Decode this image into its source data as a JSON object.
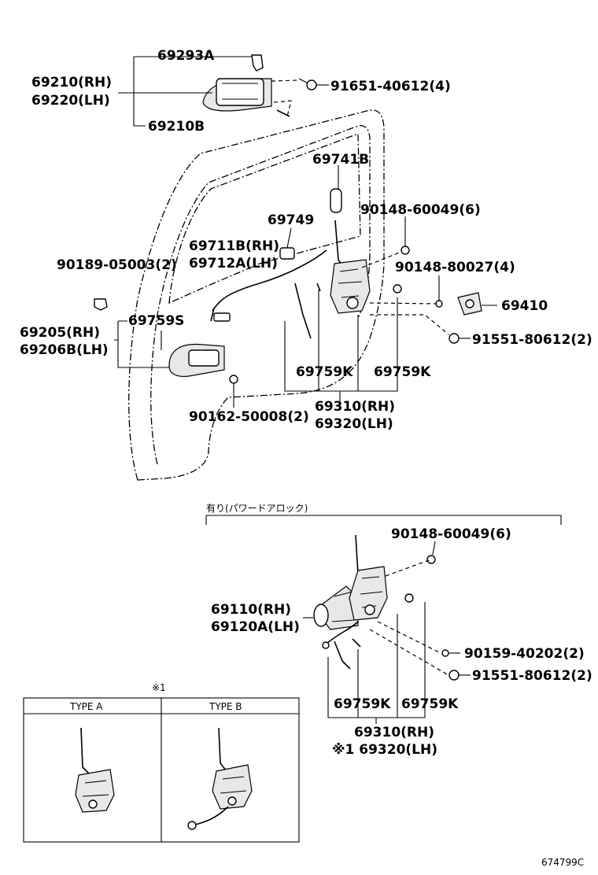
{
  "upper": {
    "labels": {
      "p69293A": "69293A",
      "p69210RH": "69210(RH)",
      "p69220LH": "69220(LH)",
      "p69210B": "69210B",
      "p91651": "91651-40612(4)",
      "p69741B": "69741B",
      "p69749": "69749",
      "p90148_60049": "90148-60049(6)",
      "p69711B": "69711B(RH)",
      "p69712A": "69712A(LH)",
      "p90189": "90189-05003(2)",
      "p90148_80027": "90148-80027(4)",
      "p69410": "69410",
      "p69205RH": "69205(RH)",
      "p69206B": "69206B(LH)",
      "p69759S": "69759S",
      "p91551": "91551-80612(2)",
      "p69759K_a": "69759K",
      "p69759K_b": "69759K",
      "p69310": "69310(RH)",
      "p69320": "69320(LH)",
      "p90162": "90162-50008(2)"
    }
  },
  "lower": {
    "header": "有り(パワードアロック)",
    "labels": {
      "p90148_60049": "90148-60049(6)",
      "p69110": "69110(RH)",
      "p69120A": "69120A(LH)",
      "p90159": "90159-40202(2)",
      "p91551": "91551-80612(2)",
      "p69759K_a": "69759K",
      "p69759K_b": "69759K",
      "p69310": "69310(RH)",
      "p69320": "※1 69320(LH)"
    }
  },
  "inset": {
    "note": "※1",
    "type_a": "TYPE A",
    "type_b": "TYPE B"
  },
  "figure_id": "674799C"
}
